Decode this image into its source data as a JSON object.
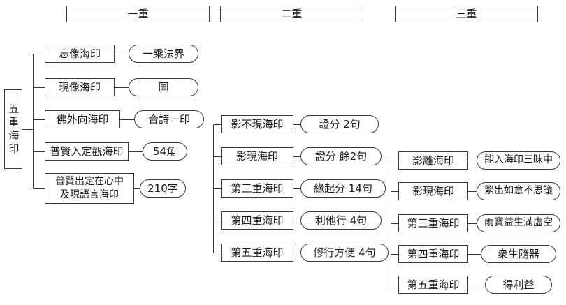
{
  "root": {
    "label": "五重海印"
  },
  "headers": [
    {
      "label": "一重"
    },
    {
      "label": "二重"
    },
    {
      "label": "三重"
    }
  ],
  "tiers": [
    {
      "name": "一重",
      "items": [
        {
          "box": "忘像海印",
          "tag": "一乘法界"
        },
        {
          "box": "現像海印",
          "tag": "圖"
        },
        {
          "box": "佛外向海印",
          "tag": "合詩一印"
        },
        {
          "box": "普賢入定觀海印",
          "tag": "54角"
        },
        {
          "box": "普賢出定在心中\n及現語言海印",
          "tag": "210字"
        }
      ]
    },
    {
      "name": "二重",
      "items": [
        {
          "box": "影不現海印",
          "tag": "證分 2句"
        },
        {
          "box": "影現海印",
          "tag": "證分 餘2句"
        },
        {
          "box": "第三重海印",
          "tag": "緣起分 14句"
        },
        {
          "box": "第四重海印",
          "tag": "利他行 4句"
        },
        {
          "box": "第五重海印",
          "tag": "修行方便 4句"
        }
      ]
    },
    {
      "name": "三重",
      "items": [
        {
          "box": "影離海印",
          "tag": "能入海印三昧中"
        },
        {
          "box": "影現海印",
          "tag": "繁出如意不思議"
        },
        {
          "box": "第三重海印",
          "tag": "雨寶益生滿虛空"
        },
        {
          "box": "第四重海印",
          "tag": "衆生隨器"
        },
        {
          "box": "第五重海印",
          "tag": "得利益"
        }
      ]
    }
  ],
  "colors": {
    "line": "#3a3a3a",
    "text": "#1a1a1a",
    "background": "#ffffff"
  }
}
